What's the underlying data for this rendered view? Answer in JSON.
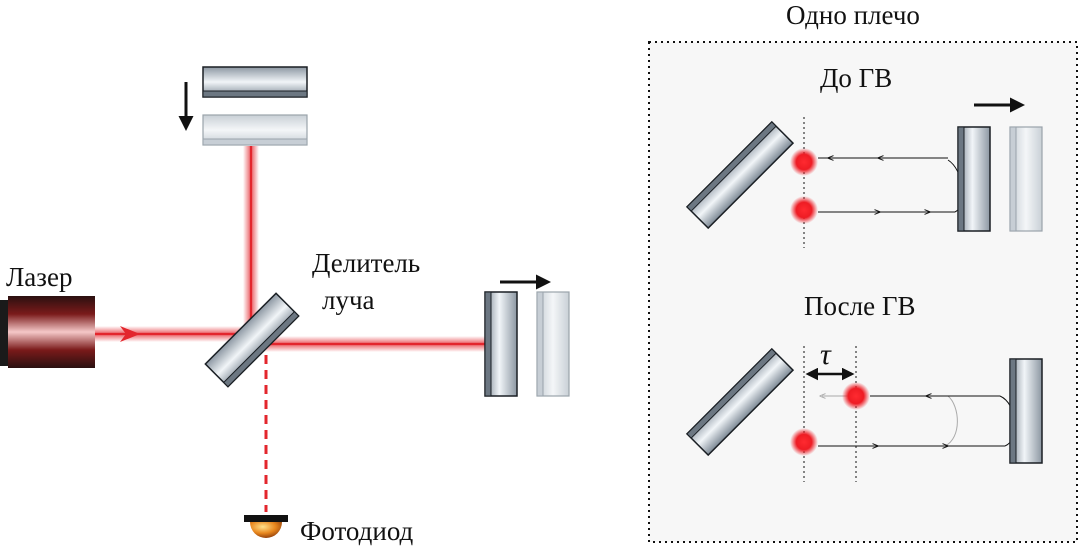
{
  "labels": {
    "laser": "Лазер",
    "splitter_line1": "Делитель",
    "splitter_line2": "луча",
    "photodiode": "Фотодиод",
    "panel_title": "Одно плечо",
    "before": "До ГВ",
    "after": "После ГВ",
    "tau": "τ"
  },
  "colors": {
    "beam": "#e3262d",
    "beam_glow": "#f6a6aa",
    "mirror_dark": "#7d8995",
    "mirror_light": "#e6edf2",
    "mirror_ghost": "#d5dde3",
    "panel_bg": "#f7f7f7",
    "dot_red": "#ee1c24",
    "photodiode_orange": "#e8871e",
    "arrow": "#111111"
  }
}
